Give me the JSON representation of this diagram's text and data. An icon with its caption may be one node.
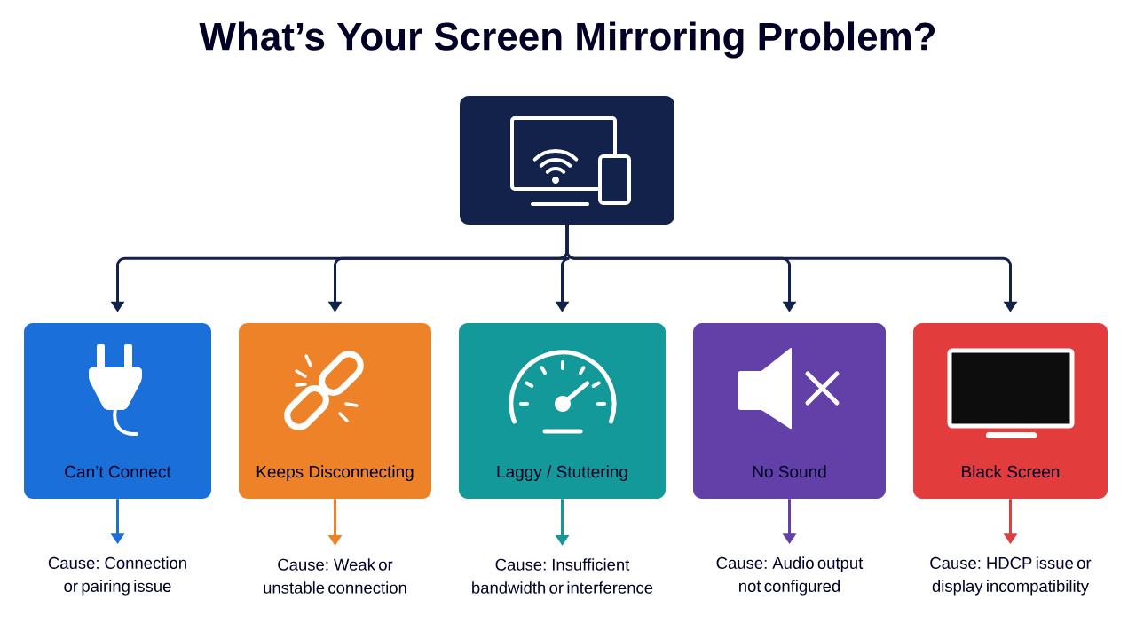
{
  "diagram": {
    "title": "What’s Your Screen Mirroring Problem?",
    "nodes": [
      {
        "text": [],
        "shape": "box"
      },
      {
        "text": [
          "Can’t Connect"
        ]
      },
      {
        "text": [
          "Keeps Disconnecting"
        ]
      },
      {
        "text": [
          "Laggy / Stuttering"
        ]
      },
      {
        "text": [
          "No Sound"
        ]
      },
      {
        "text": [
          "Black Screen"
        ]
      },
      {
        "text": [
          "Cause: Connection or pairing issue"
        ]
      },
      {
        "text": [
          "Cause: Weak or unstable connection"
        ]
      },
      {
        "text": [
          "Cause: Insufficient bandwidth or interference"
        ]
      },
      {
        "text": [
          "Cause: Audio output not configured"
        ]
      },
      {
        "text": [
          "Cause: HDCP issue or display incompatibility"
        ]
      }
    ],
    "edges": [
      {
        "from": 0,
        "to": 1,
        "arrow": "to"
      },
      {
        "from": 0,
        "to": 2,
        "arrow": "to"
      },
      {
        "from": 0,
        "to": 3,
        "arrow": "to"
      },
      {
        "from": 0,
        "to": 4,
        "arrow": "to"
      },
      {
        "from": 0,
        "to": 5,
        "arrow": "to"
      },
      {
        "from": 1,
        "to": 6,
        "arrow": "to",
        "color": "#1a6fd8"
      },
      {
        "from": 2,
        "to": 7,
        "arrow": "to",
        "color": "#ee8228"
      },
      {
        "from": 3,
        "to": 8,
        "arrow": "to",
        "color": "#14999a"
      },
      {
        "from": 4,
        "to": 9,
        "arrow": "to",
        "color": "#6340a8"
      },
      {
        "from": 5,
        "to": 10,
        "arrow": "to",
        "color": "#e23c3c"
      }
    ]
  }
}
